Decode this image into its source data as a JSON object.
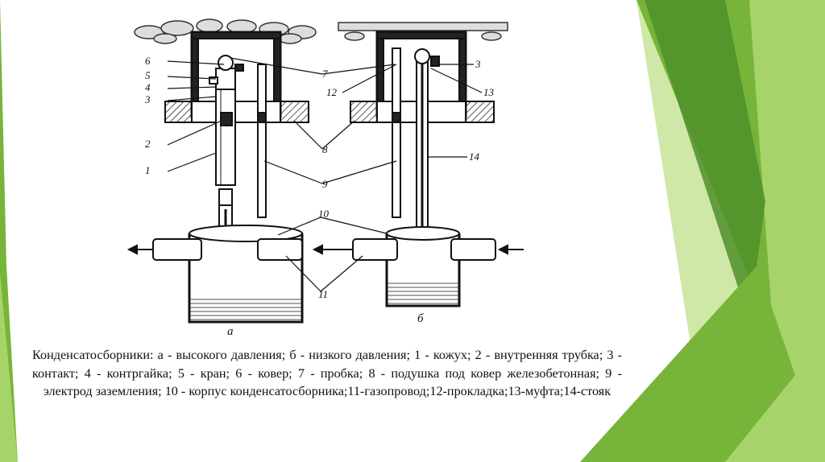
{
  "diagram": {
    "callouts": [
      "6",
      "5",
      "4",
      "3",
      "2",
      "1",
      "7",
      "12",
      "3",
      "13",
      "8",
      "9",
      "14",
      "10",
      "11"
    ],
    "sublabels": [
      "а",
      "б"
    ]
  },
  "caption": "Конденсатосборники: а - высокого давления; б - низкого давления; 1 - кожух; 2 - внутренняя трубка; 3 - контакт; 4 - контргайка; 5 - кран; 6 - ковер; 7 - пробка; 8 - подушка под ковер железобетонная; 9 - электрод заземления; 10 - корпус конденсатосборника;11-газопровод;12-прокладка;13-муфта;14-стояк",
  "theme": {
    "green_dark": "#4f8f2a",
    "green_mid": "#76b43a",
    "green_light": "#a6d36a",
    "green_pale": "#cfe8a8"
  }
}
